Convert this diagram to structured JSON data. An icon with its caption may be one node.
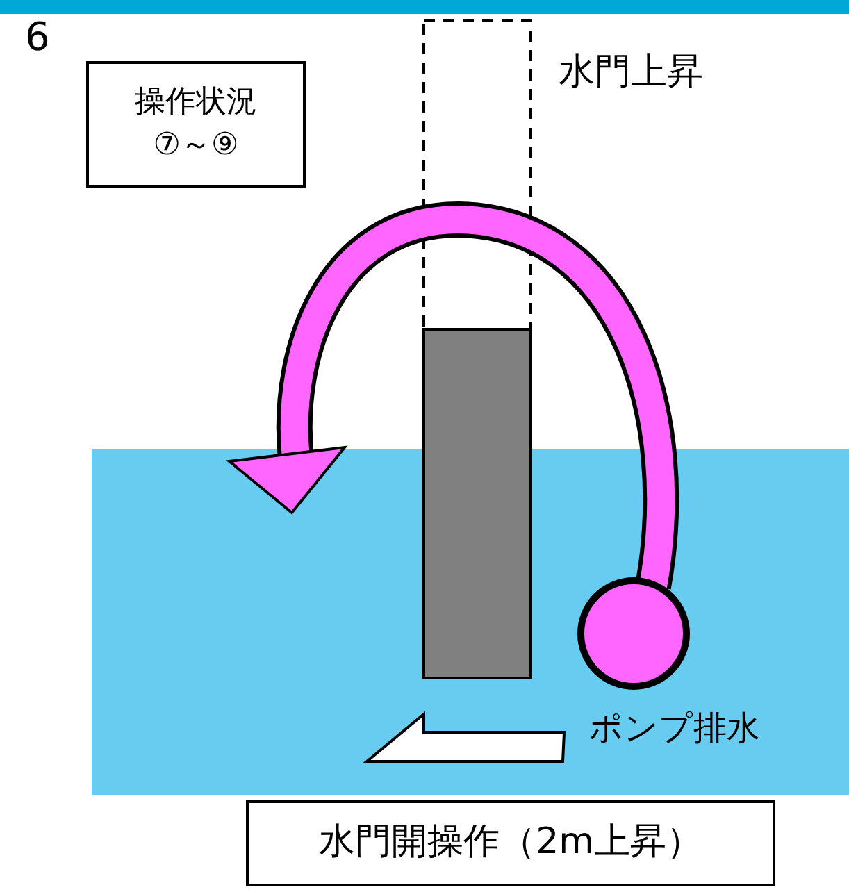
{
  "diagram": {
    "nodes": [
      {
        "text": [
          "操作状況 ⑦～⑨"
        ]
      },
      {
        "text": [
          "水門開操作（2m上昇）"
        ]
      }
    ],
    "edges": [],
    "labels": [
      "6",
      "水門上昇",
      "ポンプ排水"
    ]
  }
}
